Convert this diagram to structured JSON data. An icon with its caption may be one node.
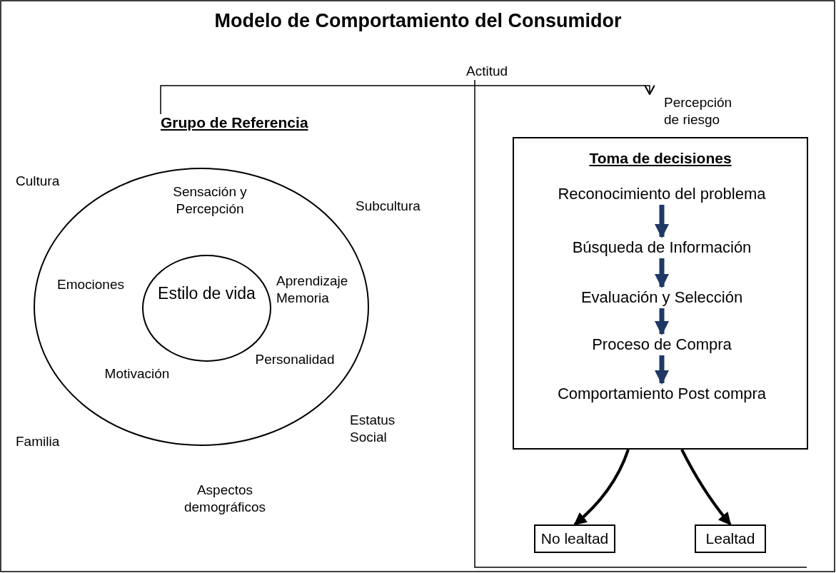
{
  "diagram": {
    "title": "Modelo de Comportamiento del Consumidor",
    "nodes": [
      {
        "text": [
          "Grupo de Referencia"
        ]
      },
      {
        "text": [
          "Percepción de riesgo"
        ]
      },
      {
        "text": [
          "Sensación y Percepción",
          "Emociones",
          "Aprendizaje Memoria",
          "Motivación",
          "Personalidad"
        ]
      },
      {
        "text": [
          "Estilo de vida"
        ],
        "in": 2
      },
      {
        "text": [
          "Toma de decisiones"
        ]
      },
      {
        "text": [
          "Reconocimiento del problema"
        ],
        "in": 4
      },
      {
        "text": [
          "Búsqueda de Información"
        ],
        "in": 4
      },
      {
        "text": [
          "Evaluación y Selección"
        ],
        "in": 4
      },
      {
        "text": [
          "Proceso de Compra"
        ],
        "in": 4
      },
      {
        "text": [
          "Comportamiento Post compra"
        ],
        "in": 4
      },
      {
        "text": [
          "No lealtad"
        ]
      },
      {
        "text": [
          "Lealtad"
        ]
      }
    ],
    "edges": [
      {
        "from": 0,
        "to": 1,
        "arrow": "to",
        "label": "Actitud",
        "color": "#000000"
      },
      {
        "from": 5,
        "to": 6,
        "arrow": "to",
        "color": "#1f3864"
      },
      {
        "from": 6,
        "to": 7,
        "arrow": "to",
        "color": "#1f3864"
      },
      {
        "from": 7,
        "to": 8,
        "arrow": "to",
        "color": "#1f3864"
      },
      {
        "from": 8,
        "to": 9,
        "arrow": "to",
        "color": "#1f3864"
      },
      {
        "from": 4,
        "to": 10,
        "arrow": "to",
        "color": "#000000"
      },
      {
        "from": 4,
        "to": 11,
        "arrow": "to",
        "color": "#000000"
      }
    ],
    "labels": [
      "Cultura",
      "Subcultura",
      "Familia",
      "Estatus Social",
      "Aspectos demográficos"
    ]
  }
}
